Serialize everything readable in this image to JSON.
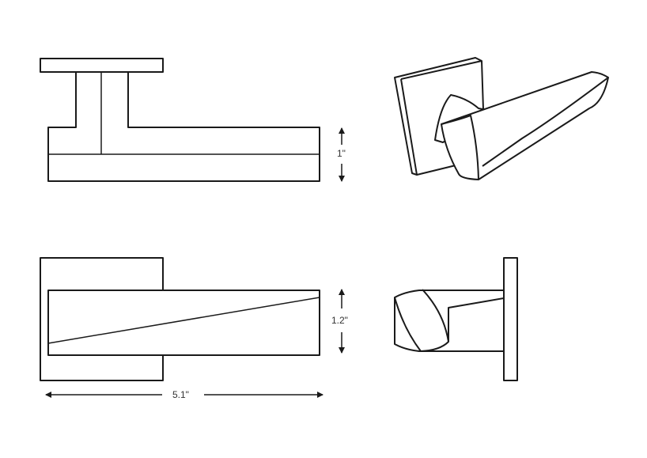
{
  "dimensions": {
    "height_top_view": "1\"",
    "height_front_view": "1.2\"",
    "length": "5.1\""
  },
  "colors": {
    "line": "#1a1a1a",
    "background": "#ffffff"
  }
}
